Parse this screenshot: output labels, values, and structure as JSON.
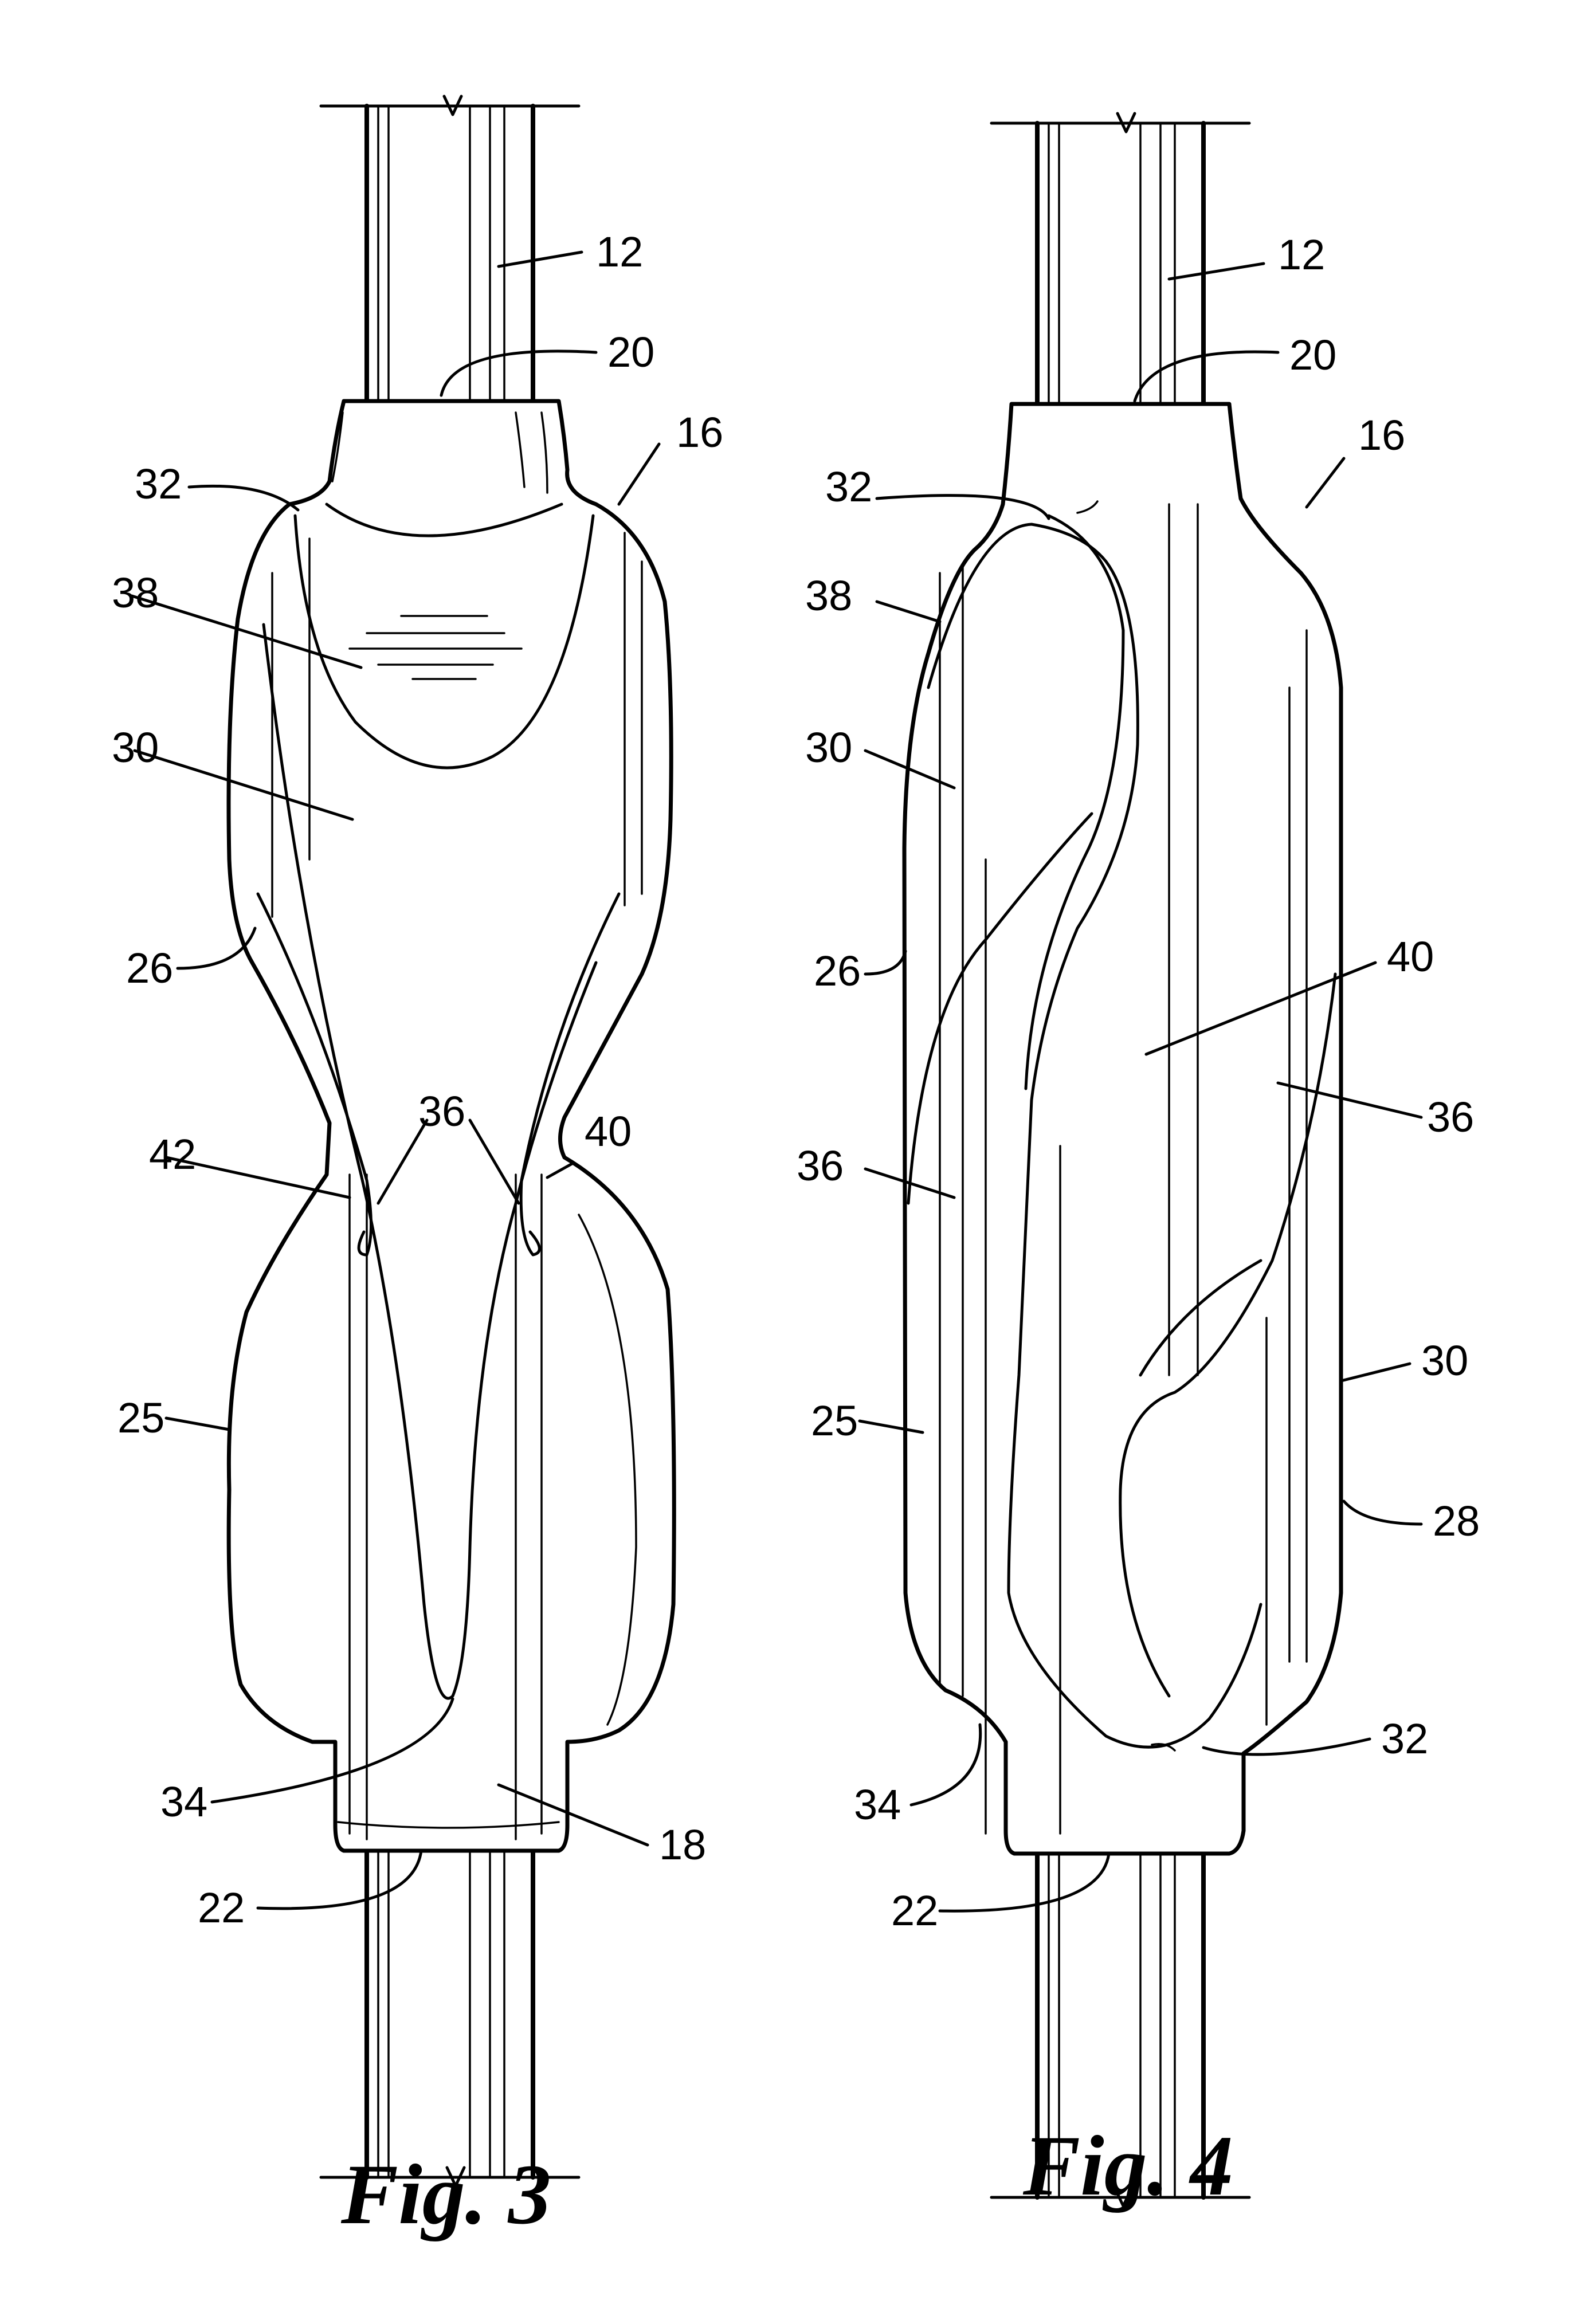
{
  "figures": [
    {
      "caption": "Fig. 3",
      "refs": {
        "r12": "12",
        "r20": "20",
        "r16": "16",
        "r32": "32",
        "r38": "38",
        "r30": "30",
        "r26": "26",
        "r36": "36",
        "r40": "40",
        "r42": "42",
        "r25": "25",
        "r34": "34",
        "r18": "18",
        "r22": "22"
      }
    },
    {
      "caption": "Fig. 4",
      "refs": {
        "r12": "12",
        "r20": "20",
        "r16": "16",
        "r32a": "32",
        "r38": "38",
        "r30a": "30",
        "r26": "26",
        "r40": "40",
        "r36a": "36",
        "r36b": "36",
        "r30b": "30",
        "r25": "25",
        "r28": "28",
        "r32b": "32",
        "r34": "34",
        "r22": "22"
      }
    }
  ]
}
